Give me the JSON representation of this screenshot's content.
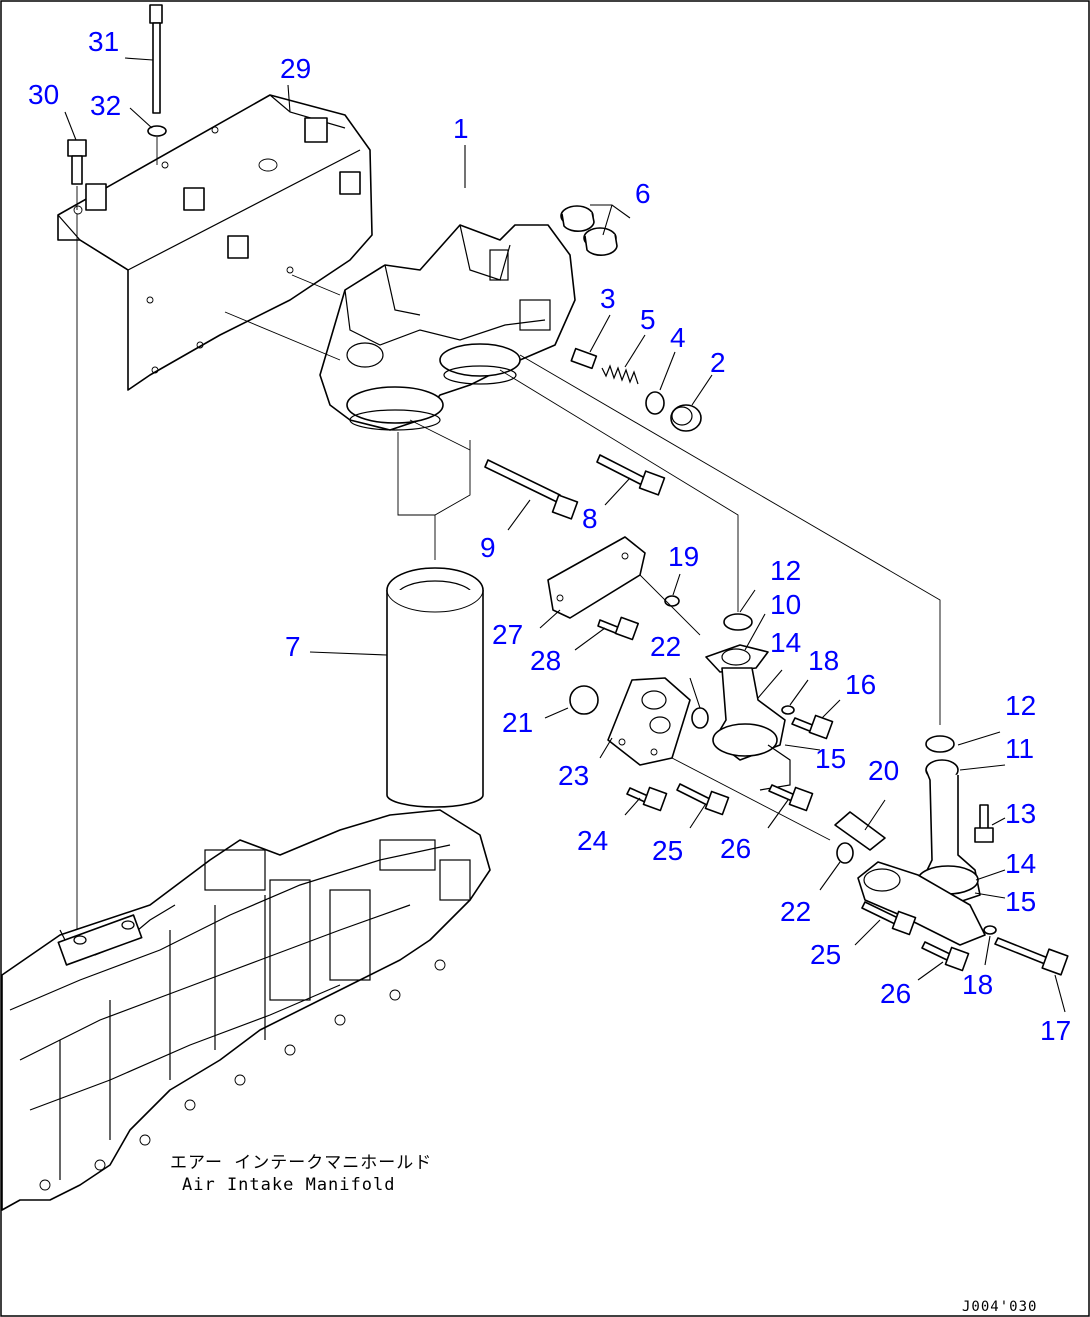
{
  "caption": {
    "japanese": "エアー インテークマニホールド",
    "english": "Air Intake Manifold"
  },
  "drawing_number": "J004'030",
  "callouts": [
    {
      "id": "c1",
      "text": "1"
    },
    {
      "id": "c2",
      "text": "2"
    },
    {
      "id": "c3",
      "text": "3"
    },
    {
      "id": "c4",
      "text": "4"
    },
    {
      "id": "c5",
      "text": "5"
    },
    {
      "id": "c6",
      "text": "6"
    },
    {
      "id": "c7",
      "text": "7"
    },
    {
      "id": "c8",
      "text": "8"
    },
    {
      "id": "c9",
      "text": "9"
    },
    {
      "id": "c10",
      "text": "10"
    },
    {
      "id": "c11",
      "text": "11"
    },
    {
      "id": "c12a",
      "text": "12"
    },
    {
      "id": "c12b",
      "text": "12"
    },
    {
      "id": "c13",
      "text": "13"
    },
    {
      "id": "c14a",
      "text": "14"
    },
    {
      "id": "c14b",
      "text": "14"
    },
    {
      "id": "c15a",
      "text": "15"
    },
    {
      "id": "c15b",
      "text": "15"
    },
    {
      "id": "c16",
      "text": "16"
    },
    {
      "id": "c17",
      "text": "17"
    },
    {
      "id": "c18a",
      "text": "18"
    },
    {
      "id": "c18b",
      "text": "18"
    },
    {
      "id": "c19",
      "text": "19"
    },
    {
      "id": "c20",
      "text": "20"
    },
    {
      "id": "c21",
      "text": "21"
    },
    {
      "id": "c22a",
      "text": "22"
    },
    {
      "id": "c22b",
      "text": "22"
    },
    {
      "id": "c23",
      "text": "23"
    },
    {
      "id": "c24",
      "text": "24"
    },
    {
      "id": "c25a",
      "text": "25"
    },
    {
      "id": "c25b",
      "text": "25"
    },
    {
      "id": "c26a",
      "text": "26"
    },
    {
      "id": "c26b",
      "text": "26"
    },
    {
      "id": "c27",
      "text": "27"
    },
    {
      "id": "c28",
      "text": "28"
    },
    {
      "id": "c29",
      "text": "29"
    },
    {
      "id": "c30",
      "text": "30"
    },
    {
      "id": "c31",
      "text": "31"
    },
    {
      "id": "c32",
      "text": "32"
    }
  ]
}
